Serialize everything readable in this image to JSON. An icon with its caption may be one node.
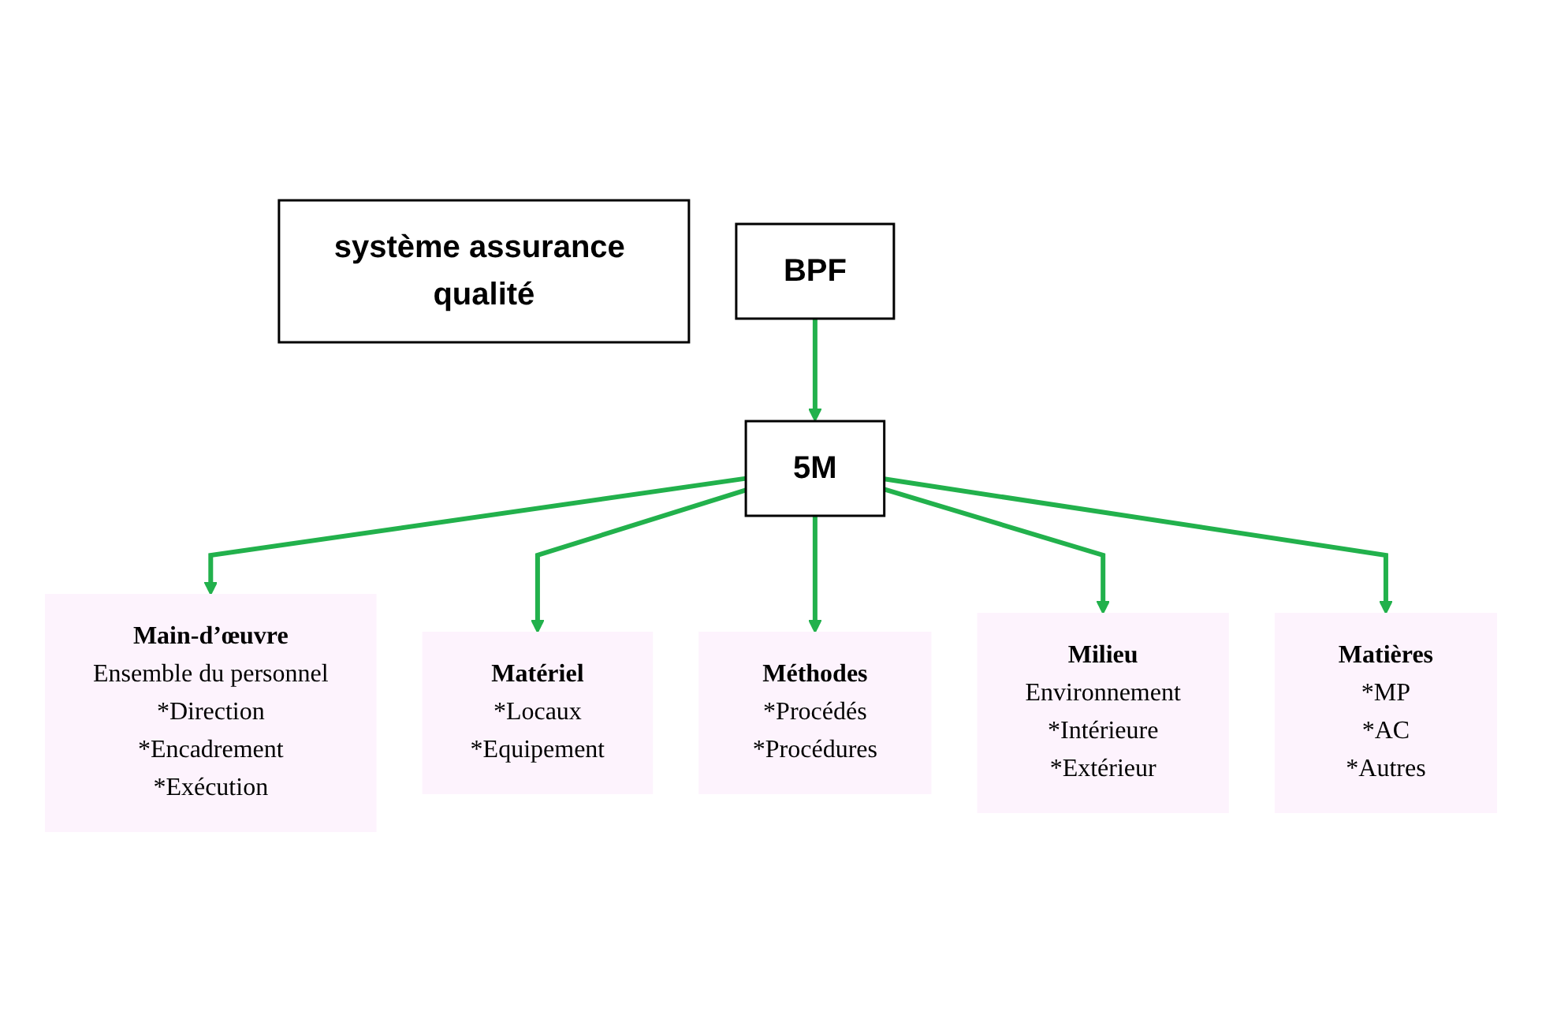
{
  "diagram": {
    "nodes": [
      {
        "text": [
          "système assurance qualité"
        ]
      },
      {
        "text": [
          "BPF"
        ]
      },
      {
        "text": [
          "5M"
        ]
      },
      {
        "text": [
          "Main-d’œuvre",
          "Ensemble du personnel",
          "*Direction",
          "*Encadrement",
          "*Exécution"
        ]
      },
      {
        "text": [
          "Matériel",
          "*Locaux",
          "*Equipement"
        ]
      },
      {
        "text": [
          "Méthodes",
          "*Procédés",
          "*Procédures"
        ]
      },
      {
        "text": [
          "Milieu",
          "Environnement",
          "*Intérieure",
          "*Extérieur"
        ]
      },
      {
        "text": [
          "Matières",
          "*MP",
          "*AC",
          "*Autres"
        ]
      }
    ],
    "edges": [
      {
        "from": 1,
        "to": 2,
        "arrow": "to"
      },
      {
        "from": 2,
        "to": 3,
        "arrow": "to"
      },
      {
        "from": 2,
        "to": 4,
        "arrow": "to"
      },
      {
        "from": 2,
        "to": 5,
        "arrow": "to"
      },
      {
        "from": 2,
        "to": 6,
        "arrow": "to"
      },
      {
        "from": 2,
        "to": 7,
        "arrow": "to"
      }
    ]
  }
}
